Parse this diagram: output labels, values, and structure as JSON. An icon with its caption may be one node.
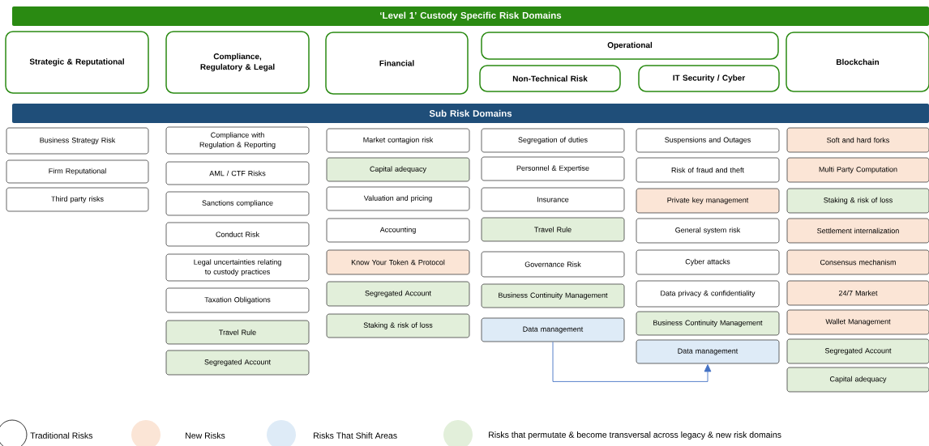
{
  "diagram": {
    "nodes": [
      {
        "text": [
          "‘Level 1’ Custody Specific Risk Domains"
        ]
      },
      {
        "text": [
          "Strategic & Reputational"
        ]
      },
      {
        "text": [
          "Compliance, Regulatory & Legal"
        ]
      },
      {
        "text": [
          "Financial"
        ]
      },
      {
        "text": [
          "Operational"
        ]
      },
      {
        "text": [
          "Non-Technical Risk"
        ]
      },
      {
        "text": [
          "IT Security / Cyber"
        ]
      },
      {
        "text": [
          "Blockchain"
        ]
      },
      {
        "text": [
          "Sub Risk Domains"
        ]
      },
      {
        "text": [
          "Business Strategy Risk"
        ]
      },
      {
        "text": [
          "Firm Reputational"
        ]
      },
      {
        "text": [
          "Third party risks"
        ]
      },
      {
        "text": [
          "Compliance with Regulation & Reporting"
        ]
      },
      {
        "text": [
          "AML / CTF Risks"
        ]
      },
      {
        "text": [
          "Sanctions compliance"
        ]
      },
      {
        "text": [
          "Conduct Risk"
        ]
      },
      {
        "text": [
          "Legal uncertainties relating to custody practices"
        ]
      },
      {
        "text": [
          "Taxation Obligations"
        ]
      },
      {
        "text": [
          "Travel Rule"
        ]
      },
      {
        "text": [
          "Segregated Account"
        ]
      },
      {
        "text": [
          "Market contagion risk"
        ]
      },
      {
        "text": [
          "Capital adequacy"
        ]
      },
      {
        "text": [
          "Valuation and pricing"
        ]
      },
      {
        "text": [
          "Accounting"
        ]
      },
      {
        "text": [
          "Know Your Token & Protocol"
        ]
      },
      {
        "text": [
          "Segregated Account"
        ]
      },
      {
        "text": [
          "Staking & risk of loss"
        ]
      },
      {
        "text": [
          "Segregation of duties"
        ]
      },
      {
        "text": [
          "Personnel & Expertise"
        ]
      },
      {
        "text": [
          "Insurance"
        ]
      },
      {
        "text": [
          "Travel Rule"
        ]
      },
      {
        "text": [
          "Governance Risk"
        ]
      },
      {
        "text": [
          "Business Continuity Management"
        ]
      },
      {
        "text": [
          "Data management"
        ]
      },
      {
        "text": [
          "Suspensions and Outages"
        ]
      },
      {
        "text": [
          "Risk of fraud and theft"
        ]
      },
      {
        "text": [
          "Private key management"
        ]
      },
      {
        "text": [
          "General system risk"
        ]
      },
      {
        "text": [
          "Cyber attacks"
        ]
      },
      {
        "text": [
          "Data privacy & confidentiality"
        ]
      },
      {
        "text": [
          "Business Continuity Management"
        ]
      },
      {
        "text": [
          "Data management"
        ]
      },
      {
        "text": [
          "Soft and hard forks"
        ]
      },
      {
        "text": [
          "Multi Party Computation"
        ]
      },
      {
        "text": [
          "Staking & risk of loss"
        ]
      },
      {
        "text": [
          "Settlement internalization"
        ]
      },
      {
        "text": [
          "Consensus mechanism"
        ]
      },
      {
        "text": [
          "24/7 Market"
        ]
      },
      {
        "text": [
          "Wallet Management"
        ]
      },
      {
        "text": [
          "Segregated Account"
        ]
      },
      {
        "text": [
          "Capital adequacy"
        ]
      }
    ],
    "edges": [
      {
        "from": 33,
        "to": 41,
        "arrow": "to",
        "color": "#4472c4"
      }
    ],
    "legend": [
      {
        "text": "Traditional Risks"
      },
      {
        "text": "New Risks",
        "color": "#fbe5d6"
      },
      {
        "text": "Risks That Shift Areas",
        "color": "#deebf7"
      },
      {
        "text": "Risks that permutate & become transversal across legacy & new risk domains",
        "color": "#e2efda"
      }
    ]
  }
}
